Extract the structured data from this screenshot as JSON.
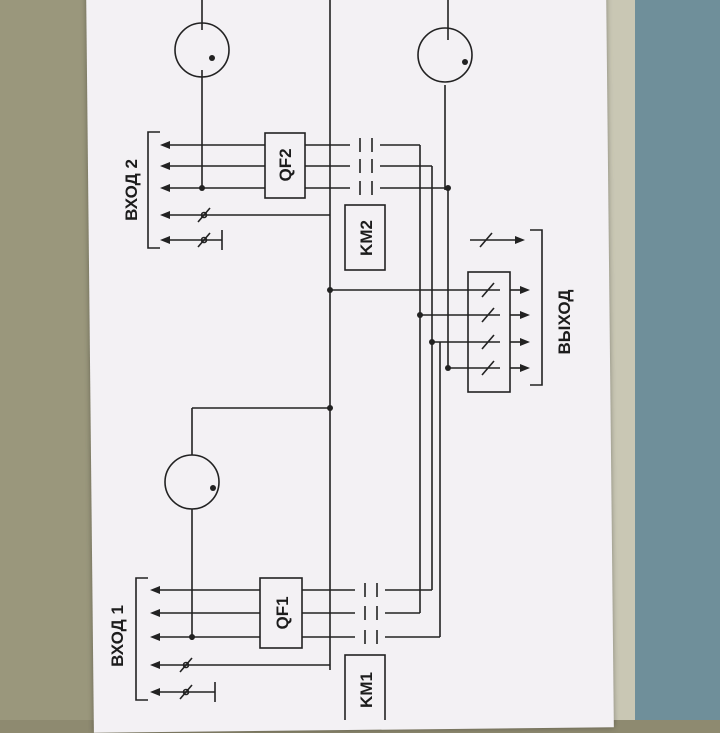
{
  "diagram": {
    "input1_label": "ВХОД 1",
    "input2_label": "ВХОД 2",
    "output_label": "ВЫХОД",
    "breaker1_label": "QF1",
    "breaker2_label": "QF2",
    "contactor1_label": "KM1",
    "contactor2_label": "KM2"
  }
}
